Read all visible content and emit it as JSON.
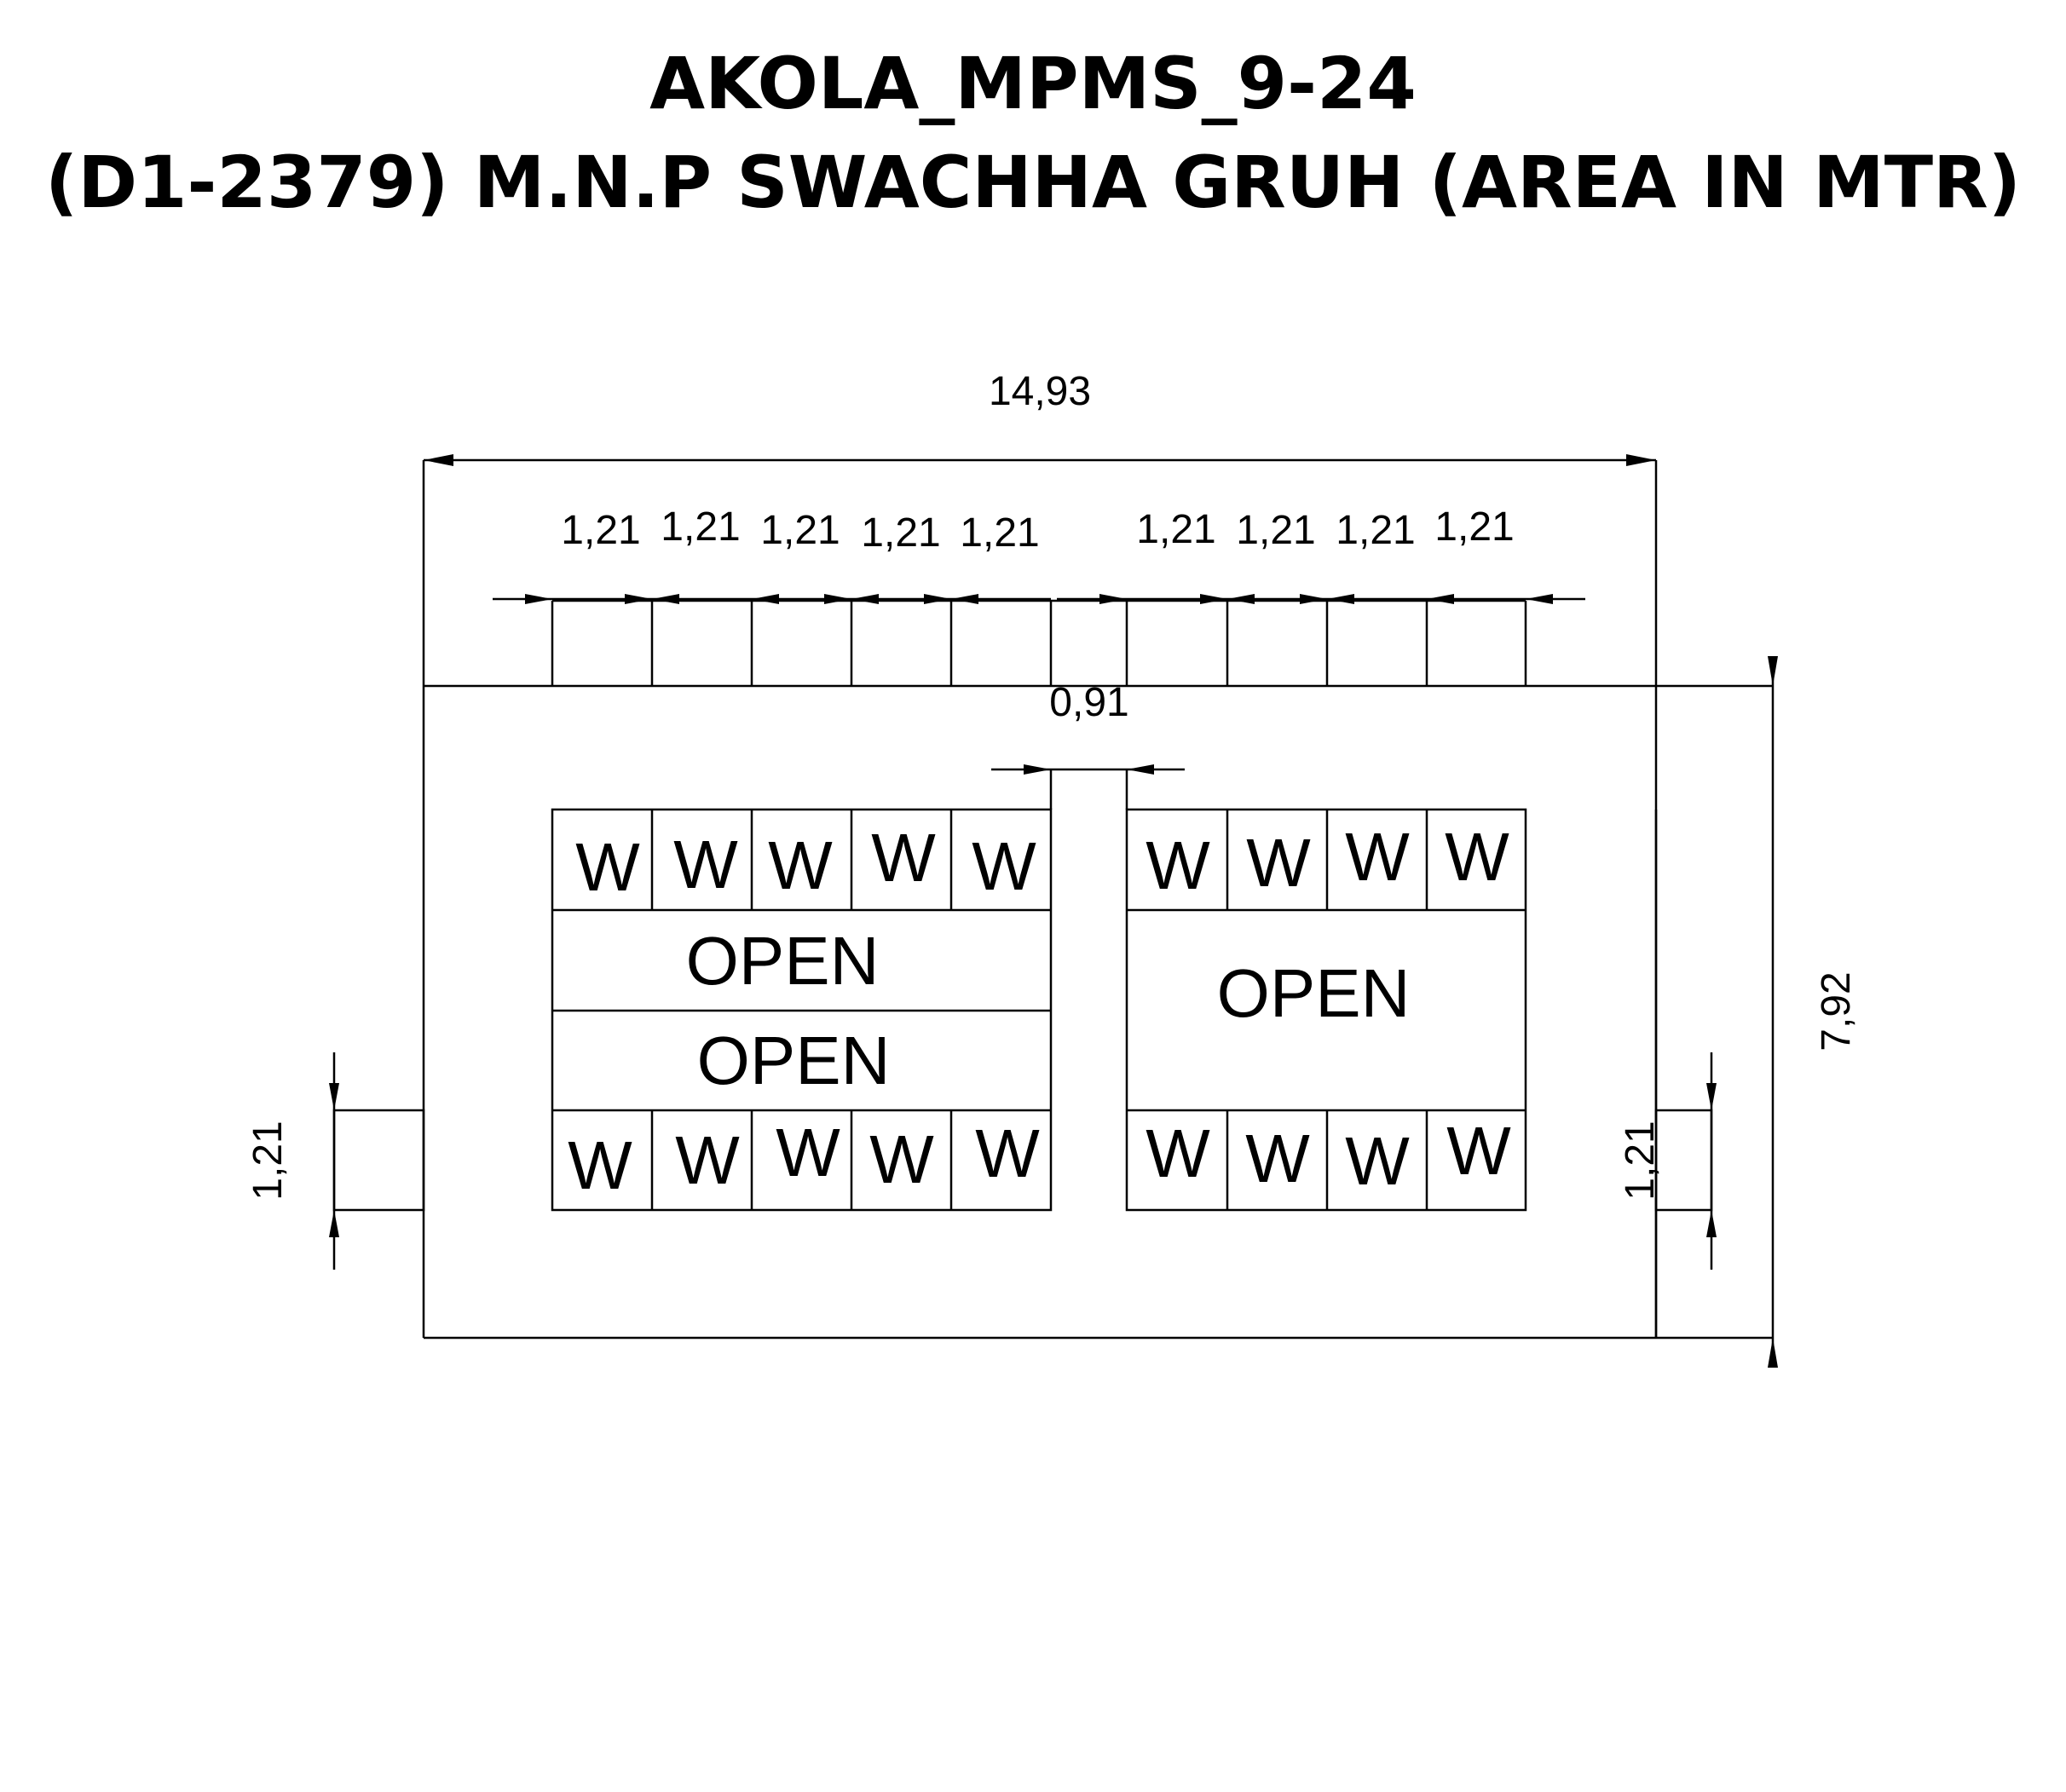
{
  "title": {
    "line1": "AKOLA_MPMS_9-24",
    "line2": "(D1-2379) M.N.P SWACHHA GRUH (AREA IN MTR)"
  },
  "dimensions": {
    "overall_width": "14,93",
    "overall_depth": "7,92",
    "corridor_width": "0,91",
    "door_left": "1,21",
    "door_right": "1,21",
    "top_bays": [
      "1,21",
      "1,21",
      "1,21",
      "1,21",
      "1,21",
      "1,21",
      "1,21",
      "1,21",
      "1,21"
    ]
  },
  "blocks": {
    "left": {
      "top_row": [
        "W",
        "W",
        "W",
        "W",
        "W"
      ],
      "open_1": "OPEN",
      "open_2": "OPEN",
      "bottom_row": [
        "W",
        "W",
        "W",
        "W",
        "W"
      ]
    },
    "right": {
      "top_row": [
        "W",
        "W",
        "W",
        "W"
      ],
      "open": "OPEN",
      "bottom_row": [
        "W",
        "W",
        "W",
        "W"
      ]
    }
  }
}
